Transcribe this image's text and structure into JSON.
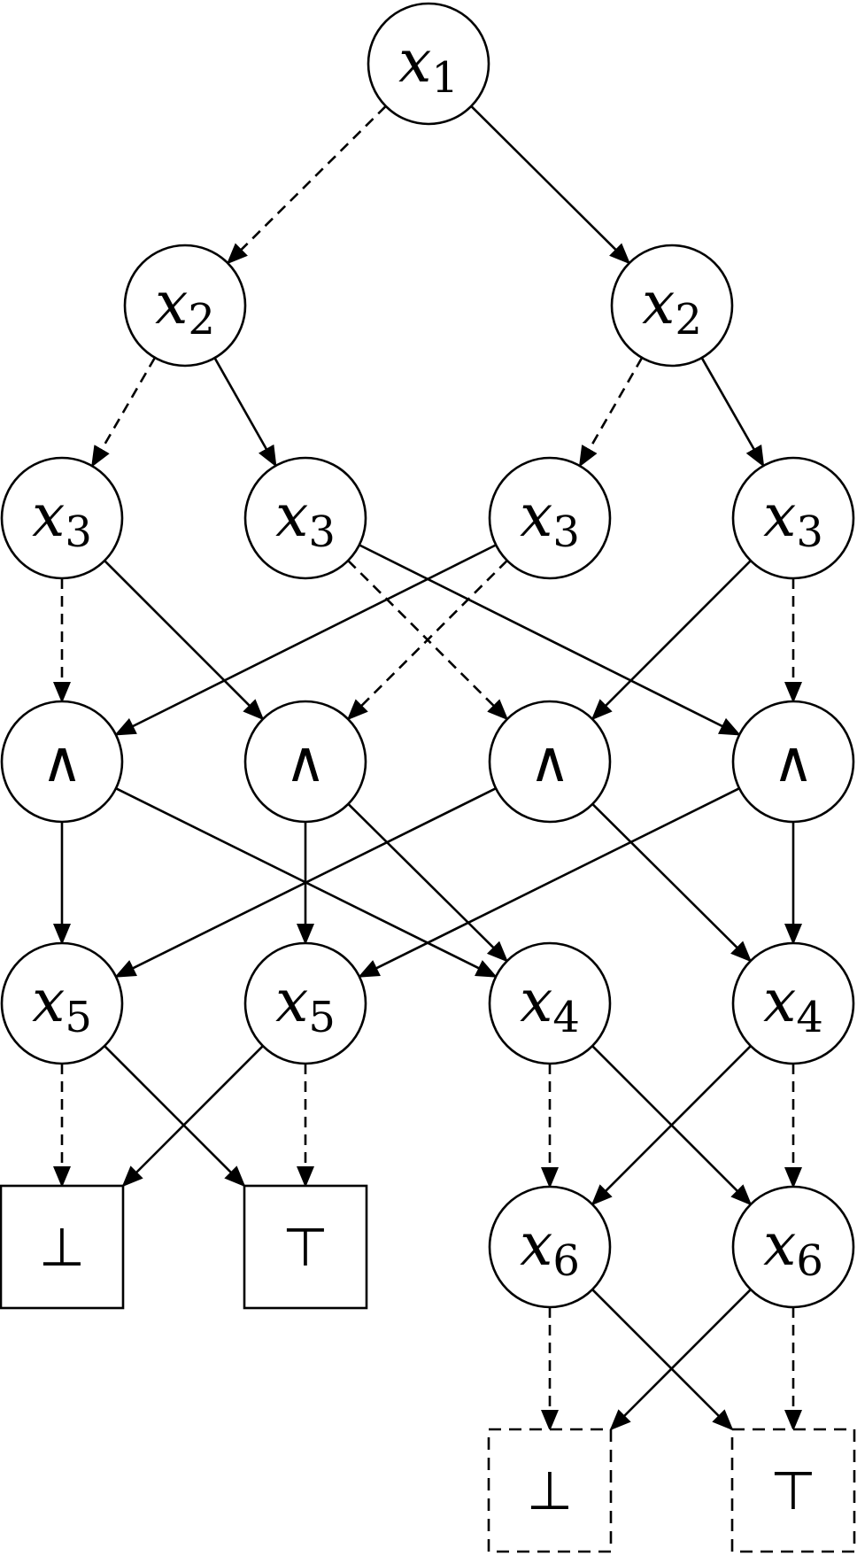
{
  "colors": {
    "stroke": "#000000",
    "background": "#ffffff"
  },
  "nodes": [
    {
      "id": "n_x1",
      "shape": "circle",
      "var": "x",
      "sub": "1"
    },
    {
      "id": "n_x2a",
      "shape": "circle",
      "var": "x",
      "sub": "2"
    },
    {
      "id": "n_x2b",
      "shape": "circle",
      "var": "x",
      "sub": "2"
    },
    {
      "id": "n_x3a",
      "shape": "circle",
      "var": "x",
      "sub": "3"
    },
    {
      "id": "n_x3b",
      "shape": "circle",
      "var": "x",
      "sub": "3"
    },
    {
      "id": "n_x3c",
      "shape": "circle",
      "var": "x",
      "sub": "3"
    },
    {
      "id": "n_x3d",
      "shape": "circle",
      "var": "x",
      "sub": "3"
    },
    {
      "id": "n_and1",
      "shape": "circle",
      "symbol": "∧"
    },
    {
      "id": "n_and2",
      "shape": "circle",
      "symbol": "∧"
    },
    {
      "id": "n_and3",
      "shape": "circle",
      "symbol": "∧"
    },
    {
      "id": "n_and4",
      "shape": "circle",
      "symbol": "∧"
    },
    {
      "id": "n_x5a",
      "shape": "circle",
      "var": "x",
      "sub": "5"
    },
    {
      "id": "n_x5b",
      "shape": "circle",
      "var": "x",
      "sub": "5"
    },
    {
      "id": "n_x4a",
      "shape": "circle",
      "var": "x",
      "sub": "4"
    },
    {
      "id": "n_x4b",
      "shape": "circle",
      "var": "x",
      "sub": "4"
    },
    {
      "id": "n_bot1",
      "shape": "square",
      "symbol": "⊥",
      "style": "solid"
    },
    {
      "id": "n_top1",
      "shape": "square",
      "symbol": "⊤",
      "style": "solid"
    },
    {
      "id": "n_x6a",
      "shape": "circle",
      "var": "x",
      "sub": "6"
    },
    {
      "id": "n_x6b",
      "shape": "circle",
      "var": "x",
      "sub": "6"
    },
    {
      "id": "n_bot2",
      "shape": "square",
      "symbol": "⊥",
      "style": "dashed"
    },
    {
      "id": "n_top2",
      "shape": "square",
      "symbol": "⊤",
      "style": "dashed"
    }
  ],
  "edges": [
    {
      "from": "n_x1",
      "to": "n_x2a",
      "style": "dashed"
    },
    {
      "from": "n_x1",
      "to": "n_x2b",
      "style": "solid"
    },
    {
      "from": "n_x2a",
      "to": "n_x3a",
      "style": "dashed"
    },
    {
      "from": "n_x2a",
      "to": "n_x3b",
      "style": "solid"
    },
    {
      "from": "n_x2b",
      "to": "n_x3c",
      "style": "dashed"
    },
    {
      "from": "n_x2b",
      "to": "n_x3d",
      "style": "solid"
    },
    {
      "from": "n_x3a",
      "to": "n_and1",
      "style": "dashed"
    },
    {
      "from": "n_x3a",
      "to": "n_and2",
      "style": "solid"
    },
    {
      "from": "n_x3b",
      "to": "n_and3",
      "style": "dashed"
    },
    {
      "from": "n_x3b",
      "to": "n_and4",
      "style": "solid"
    },
    {
      "from": "n_x3c",
      "to": "n_and1",
      "style": "solid"
    },
    {
      "from": "n_x3c",
      "to": "n_and2",
      "style": "dashed"
    },
    {
      "from": "n_x3d",
      "to": "n_and3",
      "style": "solid"
    },
    {
      "from": "n_x3d",
      "to": "n_and4",
      "style": "dashed"
    },
    {
      "from": "n_and1",
      "to": "n_x5a",
      "style": "solid"
    },
    {
      "from": "n_and1",
      "to": "n_x4a",
      "style": "solid"
    },
    {
      "from": "n_and2",
      "to": "n_x5b",
      "style": "solid"
    },
    {
      "from": "n_and2",
      "to": "n_x4a",
      "style": "solid"
    },
    {
      "from": "n_and3",
      "to": "n_x5a",
      "style": "solid"
    },
    {
      "from": "n_and3",
      "to": "n_x4b",
      "style": "solid"
    },
    {
      "from": "n_and4",
      "to": "n_x5b",
      "style": "solid"
    },
    {
      "from": "n_and4",
      "to": "n_x4b",
      "style": "solid"
    },
    {
      "from": "n_x5a",
      "to": "n_bot1",
      "style": "dashed"
    },
    {
      "from": "n_x5a",
      "to": "n_top1",
      "style": "solid"
    },
    {
      "from": "n_x5b",
      "to": "n_bot1",
      "style": "solid"
    },
    {
      "from": "n_x5b",
      "to": "n_top1",
      "style": "dashed"
    },
    {
      "from": "n_x4a",
      "to": "n_x6a",
      "style": "dashed"
    },
    {
      "from": "n_x4a",
      "to": "n_x6b",
      "style": "solid"
    },
    {
      "from": "n_x4b",
      "to": "n_x6a",
      "style": "solid"
    },
    {
      "from": "n_x4b",
      "to": "n_x6b",
      "style": "dashed"
    },
    {
      "from": "n_x6a",
      "to": "n_bot2",
      "style": "dashed"
    },
    {
      "from": "n_x6a",
      "to": "n_top2",
      "style": "solid"
    },
    {
      "from": "n_x6b",
      "to": "n_bot2",
      "style": "solid"
    },
    {
      "from": "n_x6b",
      "to": "n_top2",
      "style": "dashed"
    }
  ]
}
